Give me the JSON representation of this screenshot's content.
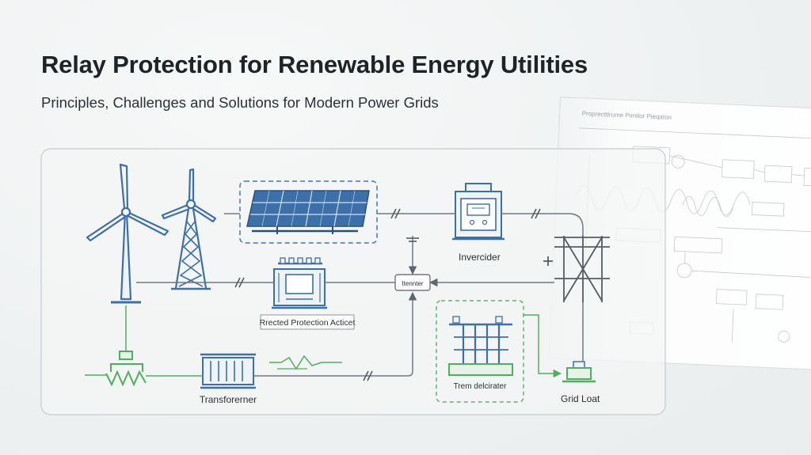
{
  "header": {
    "title": "Relay Protection for Renewable Energy Utilities",
    "subtitle": "Principles, Challenges and Solutions for Modern Power Grids"
  },
  "diagram": {
    "labels": {
      "inverter": "Invercider",
      "protection": "Rrected Protection Acticet",
      "relay": "Itennter",
      "transformer": "Transforerner",
      "controller": "Trem delcirater",
      "grid": "Grid Loat"
    },
    "background_sheet": {
      "title": "Proprecttlrume Pimtlor Pieqaton"
    }
  },
  "colors": {
    "blue": "#3d6fa8",
    "green": "#4fae60",
    "gray": "#6f7880",
    "dashed_box": "#3f78b4",
    "dashed_box_green": "#5fb26c"
  }
}
